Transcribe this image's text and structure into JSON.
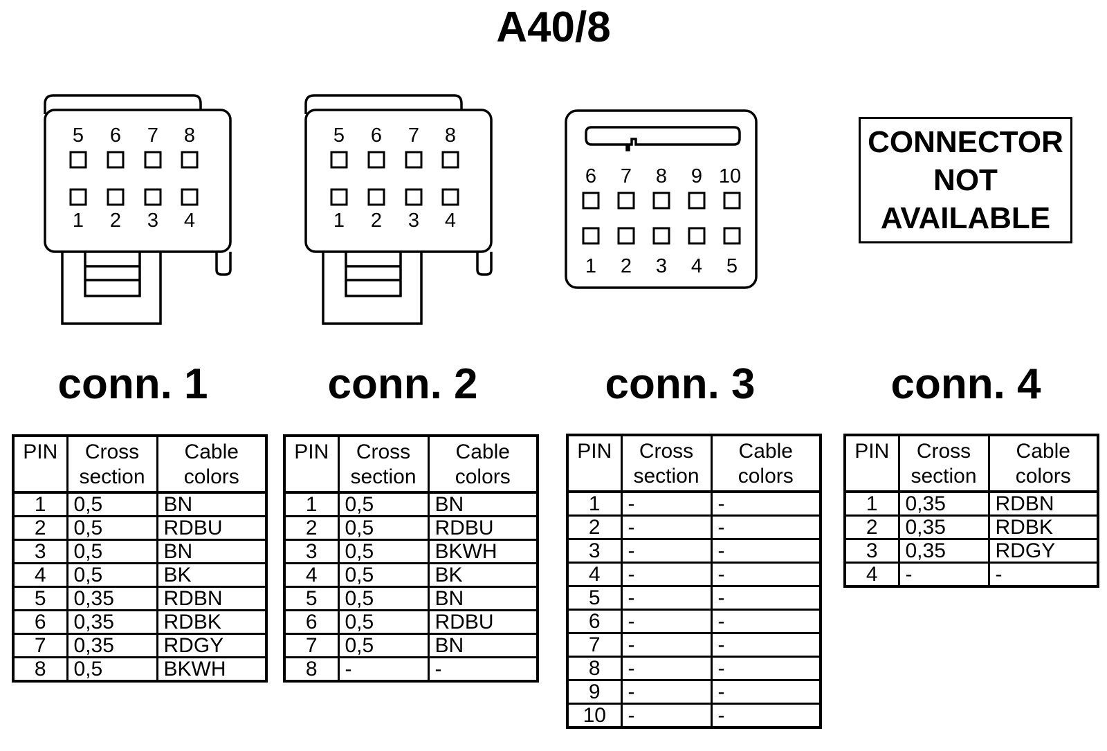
{
  "title": "A40/8",
  "not_available_text": [
    "CONNECTOR",
    "NOT",
    "AVAILABLE"
  ],
  "headers": {
    "pin": "PIN",
    "cross": [
      "Cross",
      "section"
    ],
    "colors": [
      "Cable",
      "colors"
    ]
  },
  "connectors": [
    {
      "label": "conn. 1",
      "pin_top_labels": [
        "5",
        "6",
        "7",
        "8"
      ],
      "pin_bottom_labels": [
        "1",
        "2",
        "3",
        "4"
      ],
      "rows": [
        [
          "1",
          "0,5",
          "BN"
        ],
        [
          "2",
          "0,5",
          "RDBU"
        ],
        [
          "3",
          "0,5",
          "BN"
        ],
        [
          "4",
          "0,5",
          "BK"
        ],
        [
          "5",
          "0,35",
          "RDBN"
        ],
        [
          "6",
          "0,35",
          "RDBK"
        ],
        [
          "7",
          "0,35",
          "RDGY"
        ],
        [
          "8",
          "0,5",
          "BKWH"
        ]
      ]
    },
    {
      "label": "conn. 2",
      "pin_top_labels": [
        "5",
        "6",
        "7",
        "8"
      ],
      "pin_bottom_labels": [
        "1",
        "2",
        "3",
        "4"
      ],
      "rows": [
        [
          "1",
          "0,5",
          "BN"
        ],
        [
          "2",
          "0,5",
          "RDBU"
        ],
        [
          "3",
          "0,5",
          "BKWH"
        ],
        [
          "4",
          "0,5",
          "BK"
        ],
        [
          "5",
          "0,5",
          "BN"
        ],
        [
          "6",
          "0,5",
          "RDBU"
        ],
        [
          "7",
          "0,5",
          "BN"
        ],
        [
          "8",
          "-",
          "-"
        ]
      ]
    },
    {
      "label": "conn. 3",
      "pin_top_labels": [
        "6",
        "7",
        "8",
        "9",
        "10"
      ],
      "pin_bottom_labels": [
        "1",
        "2",
        "3",
        "4",
        "5"
      ],
      "rows": [
        [
          "1",
          "-",
          "-"
        ],
        [
          "2",
          "-",
          "-"
        ],
        [
          "3",
          "-",
          "-"
        ],
        [
          "4",
          "-",
          "-"
        ],
        [
          "5",
          "-",
          "-"
        ],
        [
          "6",
          "-",
          "-"
        ],
        [
          "7",
          "-",
          "-"
        ],
        [
          "8",
          "-",
          "-"
        ],
        [
          "9",
          "-",
          "-"
        ],
        [
          "10",
          "-",
          "-"
        ]
      ]
    },
    {
      "label": "conn. 4",
      "rows": [
        [
          "1",
          "0,35",
          "RDBN"
        ],
        [
          "2",
          "0,35",
          "RDBK"
        ],
        [
          "3",
          "0,35",
          "RDGY"
        ],
        [
          "4",
          "-",
          "-"
        ]
      ]
    }
  ]
}
